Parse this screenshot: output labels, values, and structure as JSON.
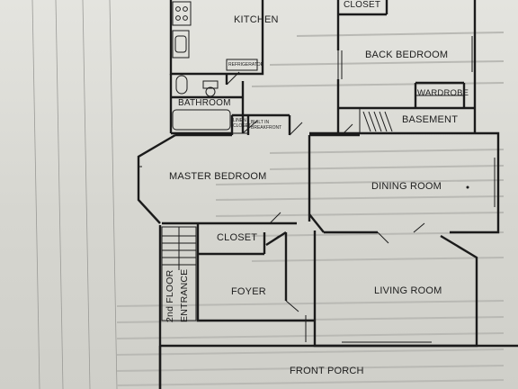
{
  "rooms": {
    "kitchen": "KITCHEN",
    "closet_top": "CLOSET",
    "back_bedroom": "BACK BEDROOM",
    "refrigerator": "REFRIGERATOR",
    "bathroom": "BATHROOM",
    "wardrobe": "WARDROBE",
    "basement": "BASEMENT",
    "linen_closet": "LINEN CLOSET",
    "built_in_breakfront": "BUILT IN BREAKFRONT",
    "master_bedroom": "MASTER BEDROOM",
    "dining_room": "DINING ROOM",
    "closet": "CLOSET",
    "foyer": "FOYER",
    "entrance_line1": "2nd FLOOR",
    "entrance_line2": "ENTRANCE",
    "living_room": "LIVING ROOM",
    "front_porch": "FRONT PORCH"
  },
  "colors": {
    "paper": "#e2e2dd",
    "ink": "#1b1b1b",
    "faint": "#8a8a86"
  }
}
